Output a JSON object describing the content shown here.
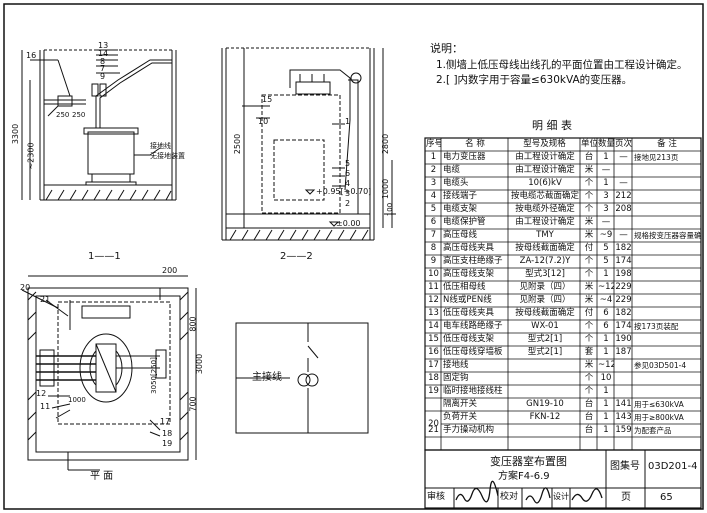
{
  "notes": {
    "title": "说明：",
    "line1": "1.侧墙上低压母线出线孔的平面位置由工程设计确定。",
    "line2": "2.[ ]内数字用于容量≤630kVA的变压器。"
  },
  "table": {
    "title": "明 细 表",
    "headers": [
      "序号",
      "名    称",
      "型号及规格",
      "单位",
      "数量",
      "页次",
      "备    注"
    ],
    "rows": [
      [
        "1",
        "电力变压器",
        "由工程设计确定",
        "台",
        "1",
        "—",
        "接地见213页"
      ],
      [
        "2",
        "电缆",
        "由工程设计确定",
        "米",
        "—",
        "",
        ""
      ],
      [
        "3",
        "电缆头",
        "10(6)kV",
        "个",
        "1",
        "—",
        ""
      ],
      [
        "4",
        "接线端子",
        "按电缆芯截面确定",
        "个",
        "3",
        "212",
        ""
      ],
      [
        "5",
        "电缆支架",
        "按电缆外径确定",
        "个",
        "3",
        "208",
        ""
      ],
      [
        "6",
        "电缆保护管",
        "由工程设计确定",
        "米",
        "—",
        "",
        ""
      ],
      [
        "7",
        "高压母线",
        "TMY",
        "米",
        "~9",
        "—",
        "规格按变压器容量确定"
      ],
      [
        "8",
        "高压母线夹具",
        "按母线截面确定",
        "付",
        "5",
        "182",
        ""
      ],
      [
        "9",
        "高压支柱绝缘子",
        "ZA-12(7.2)Y",
        "个",
        "5",
        "174",
        ""
      ],
      [
        "10",
        "高压母线支架",
        "型式3[12]",
        "个",
        "1",
        "198",
        ""
      ],
      [
        "11",
        "低压相母线",
        "见附录（四）",
        "米",
        "~12",
        "229",
        ""
      ],
      [
        "12",
        "N线或PEN线",
        "见附录（四）",
        "米",
        "~4",
        "229",
        ""
      ],
      [
        "13",
        "低压母线夹具",
        "按母线截面确定",
        "付",
        "6",
        "182",
        ""
      ],
      [
        "14",
        "电车线路绝缘子",
        "WX-01",
        "个",
        "6",
        "174",
        "按173页装配"
      ],
      [
        "15",
        "低压母线支架",
        "型式2[1]",
        "个",
        "1",
        "190",
        ""
      ],
      [
        "16",
        "低压母线穿墙板",
        "型式2[1]",
        "套",
        "1",
        "187",
        ""
      ],
      [
        "17",
        "接地线",
        "",
        "米",
        "~12",
        "",
        "参见03D501-4"
      ],
      [
        "18",
        "固定钩",
        "",
        "个",
        "10",
        "",
        ""
      ],
      [
        "19",
        "临时接地接线柱",
        "",
        "个",
        "1",
        "",
        ""
      ],
      [
        "20a",
        "隔离开关",
        "GN19-10",
        "台",
        "1",
        "141",
        "用于≤630kVA"
      ],
      [
        "20b",
        "负荷开关",
        "FKN-12",
        "台",
        "1",
        "143",
        "用于≥800kVA"
      ],
      [
        "21",
        "手力操动机构",
        "",
        "台",
        "1",
        "159",
        "为配套产品"
      ]
    ],
    "row20_num": "20"
  },
  "titleblock": {
    "drawing_title_1": "变压器室布置图",
    "drawing_title_2": "方案F4-6.9",
    "atlas_label": "图集号",
    "atlas_no": "03D201-4",
    "page_label": "页",
    "page_no": "65",
    "review_label": "审核",
    "check_label": "校对",
    "design_label": "设计"
  },
  "views": {
    "section1_label": "1——1",
    "section2_label": "2——2",
    "plan_label": "平    面",
    "grounding_label": "主接线",
    "ground_wire_label": "接地线",
    "ground_terminal_label": "无接地装置"
  },
  "dims": {
    "d3300": "3300",
    "d2300": "~2300",
    "d250a": "250",
    "d250b": "250",
    "d2500": "2500",
    "d2800": "2800",
    "d1000": "1000",
    "d100": "100",
    "elev1": "+0.95[+0.70]",
    "elev2": "±0.00",
    "d200": "200",
    "d800": "800",
    "d3000": "3000",
    "d700": "700",
    "d1000b": "1000",
    "d3050": "3050[250]"
  },
  "callouts": {
    "s1": [
      "16",
      "13",
      "14",
      "8",
      "7",
      "9"
    ],
    "s2": [
      "15",
      "10",
      "1",
      "5",
      "6",
      "4",
      "3",
      "2"
    ],
    "plan": [
      "20",
      "21",
      "12",
      "11",
      "17",
      "18",
      "19"
    ]
  }
}
